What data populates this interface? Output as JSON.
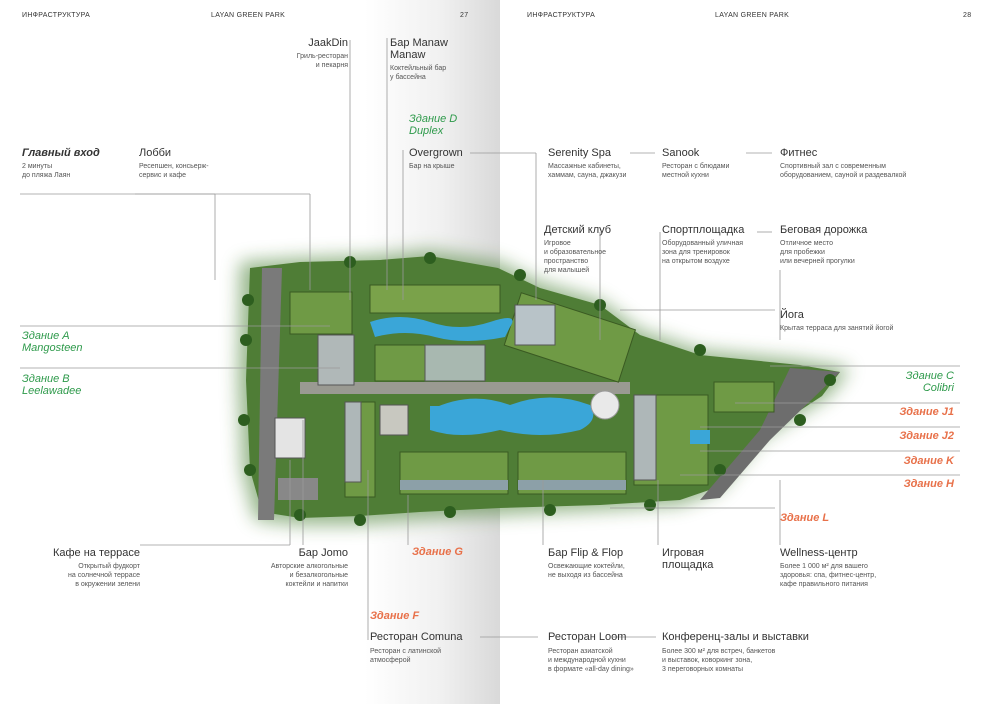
{
  "header": {
    "left_section": "ИНФРАСТРУКТУРА",
    "left_title": "LAYAN GREEN PARK",
    "left_page": "27",
    "right_section": "ИНФРАСТРУКТУРА",
    "right_title": "LAYAN GREEN PARK",
    "right_page": "28"
  },
  "labels": {
    "jaakdin": {
      "title": "JaakDin",
      "desc": "Гриль-ресторан\nи пекарня"
    },
    "bar_manaw": {
      "title": "Бар Manaw\nManaw",
      "desc": "Коктейльный бар\nу бассейна"
    },
    "building_d": {
      "name": "Здание D\nDuplex"
    },
    "main_entrance": {
      "title": "Главный вход",
      "desc": "2 минуты\nдо пляжа Лаян"
    },
    "lobby": {
      "title": "Лобби",
      "desc": "Ресепшен, консьерж-\nсервис и кафе"
    },
    "overgrown": {
      "title": "Overgrown",
      "desc": "Бар на крыше"
    },
    "serenity": {
      "title": "Serenity Spa",
      "desc": "Массажные кабинеты,\nхаммам, сауна, джакузи"
    },
    "sanook": {
      "title": "Sanook",
      "desc": "Ресторан с блюдами\nместной кухни"
    },
    "fitness": {
      "title": "Фитнес",
      "desc": "Спортивный зал с современным\nоборудованием, сауной и раздевалкой"
    },
    "kids_club": {
      "title": "Детский клуб",
      "desc": "Игровое\nи образовательное\nпространство\nдля малышей"
    },
    "sport_ground": {
      "title": "Спортплощадка",
      "desc": "Оборудованный уличная\nзона для тренировок\nна открытом воздухе"
    },
    "running_track": {
      "title": "Беговая дорожка",
      "desc": "Отличное место\nдля пробежки\nили вечерней прогулки"
    },
    "yoga": {
      "title": "Йога",
      "desc": "Крытая терраса для занятий йогой"
    },
    "building_a": {
      "name": "Здание A\nMangosteen"
    },
    "building_b": {
      "name": "Здание B\nLeelawadee"
    },
    "building_c": {
      "name": "Здание C\nColibri"
    },
    "building_j1": {
      "name": "Здание J1"
    },
    "building_j2": {
      "name": "Здание J2"
    },
    "building_k": {
      "name": "Здание K"
    },
    "building_h": {
      "name": "Здание H"
    },
    "building_l": {
      "name": "Здание L"
    },
    "building_g": {
      "name": "Здание G"
    },
    "building_f": {
      "name": "Здание F"
    },
    "terrace_cafe": {
      "title": "Кафе на террасе",
      "desc": "Открытый фудкорт\nна солнечной террасе\nв окружении зелени"
    },
    "bar_jomo": {
      "title": "Бар Jomo",
      "desc": "Авторские алкогольные\nи безалкогольные\nкоктейли и напитки"
    },
    "bar_flip": {
      "title": "Бар Flip & Flop",
      "desc": "Освежающие коктейли,\nне выходя из бассейна"
    },
    "playground": {
      "title": "Игровая\nплощадка"
    },
    "wellness": {
      "title": "Wellness-центр",
      "desc": "Более 1 000 м² для вашего\nздоровья: спа, фитнес-центр,\nкафе правильного питания"
    },
    "comuna": {
      "title": "Ресторан Comuna",
      "desc": "Ресторан с латинской\nатмосферой"
    },
    "loom": {
      "title": "Ресторан Loom",
      "desc": "Ресторан азиатской\nи международной кухни\nв формате «all-day dining»"
    },
    "conference": {
      "title": "Конференц-залы и выставки",
      "desc": "Более 300 м² для встреч, банкетов\nи выставок, коворкинг зона,\n3 переговорных комнаты"
    }
  },
  "colors": {
    "green_label": "#2e9a4b",
    "orange_label": "#e8714a",
    "line": "#9a9a9a",
    "grass": "#5f8f3a",
    "pool": "#3aa6d8"
  }
}
